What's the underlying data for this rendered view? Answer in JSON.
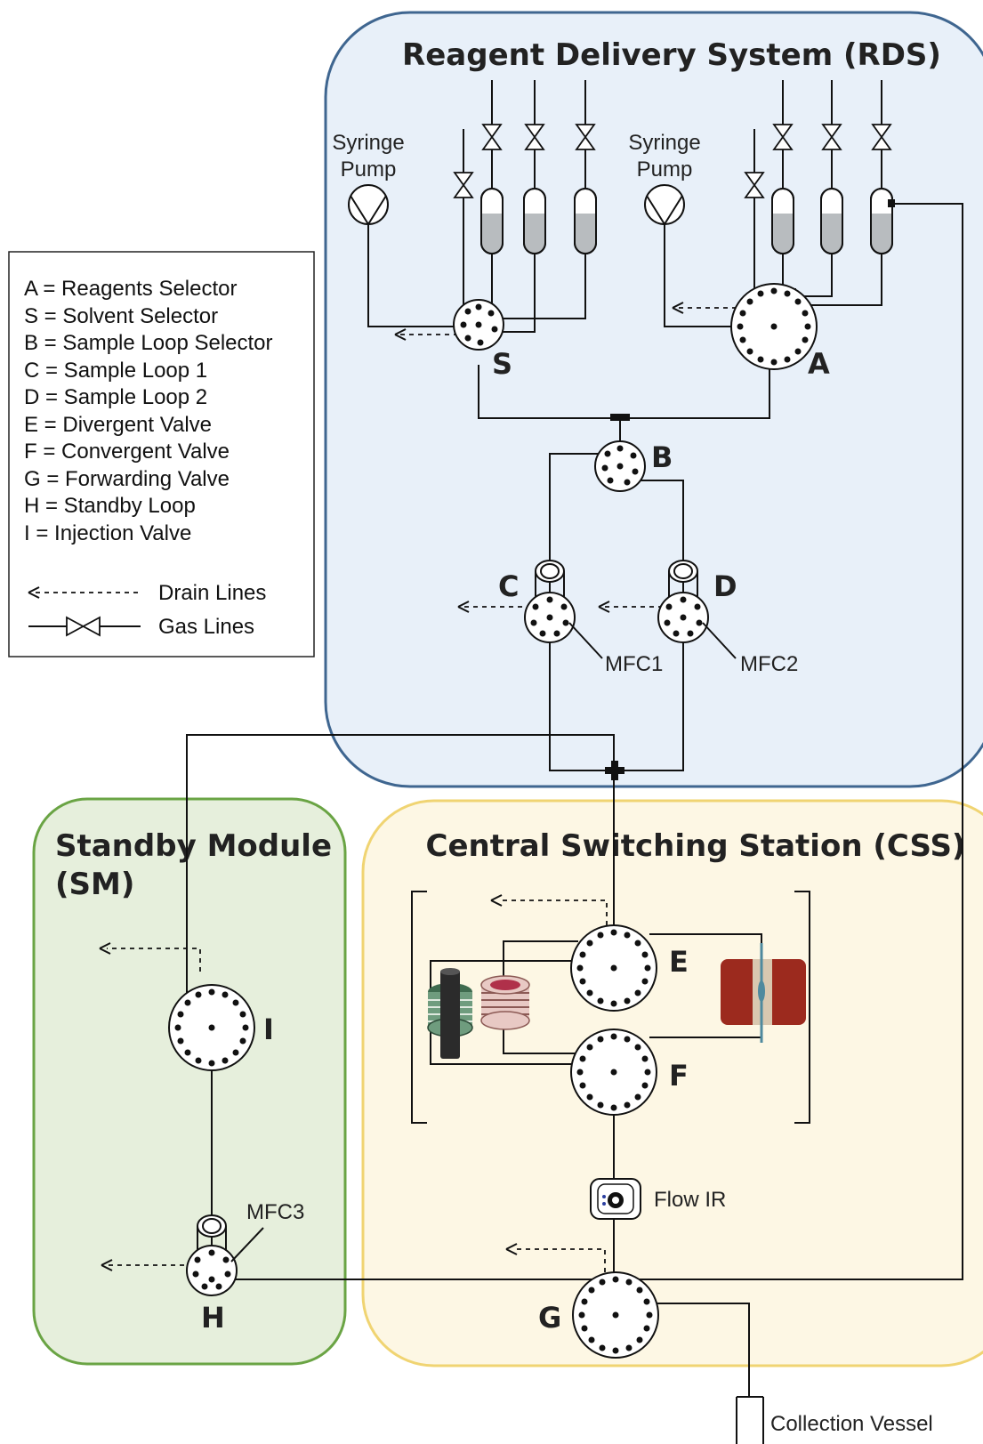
{
  "colors": {
    "rds_fill": "#e8f0f9",
    "rds_stroke": "#3f6690",
    "sm_fill": "#e6efdc",
    "sm_stroke": "#6aa444",
    "css_fill": "#fdf7e4",
    "css_stroke": "#f0d472",
    "line": "#111111",
    "reagent_liquid": "#b8bcbf",
    "reactor_red": "#9c2a1e",
    "reactor_band": "#d9c8b0"
  },
  "modules": {
    "rds": {
      "title": "Reagent Delivery System (RDS)"
    },
    "sm": {
      "title_line1": "Standby Module",
      "title_line2": "(SM)"
    },
    "css": {
      "title": "Central Switching Station (CSS)"
    }
  },
  "legend": {
    "items": [
      "A = Reagents Selector",
      "S = Solvent Selector",
      "B = Sample Loop Selector",
      "C = Sample Loop 1",
      "D = Sample Loop 2",
      "E = Divergent Valve",
      "F = Convergent Valve",
      "G = Forwarding Valve",
      "H = Standby Loop",
      "I   = Injection Valve"
    ],
    "drain_label": "Drain Lines",
    "gas_label": "Gas Lines"
  },
  "labels": {
    "syringe_pump_1_line1": "Syringe",
    "syringe_pump_1_line2": "Pump",
    "syringe_pump_2_line1": "Syringe",
    "syringe_pump_2_line2": "Pump",
    "valve_S": "S",
    "valve_A": "A",
    "valve_B": "B",
    "valve_C": "C",
    "valve_D": "D",
    "valve_E": "E",
    "valve_F": "F",
    "valve_G": "G",
    "valve_H": "H",
    "valve_I": "I",
    "mfc1": "MFC1",
    "mfc2": "MFC2",
    "mfc3": "MFC3",
    "flow_ir": "Flow IR",
    "collection_vessel": "Collection Vessel"
  },
  "icons": [
    "syringe-pump-icon",
    "reagent-bottle-icon",
    "gas-valve-icon",
    "selector-valve-icon",
    "sample-loop-coil-icon",
    "packed-column-icon",
    "coil-reactor-icon",
    "chip-reactor-icon",
    "flow-ir-cell-icon",
    "collection-vessel-icon"
  ]
}
